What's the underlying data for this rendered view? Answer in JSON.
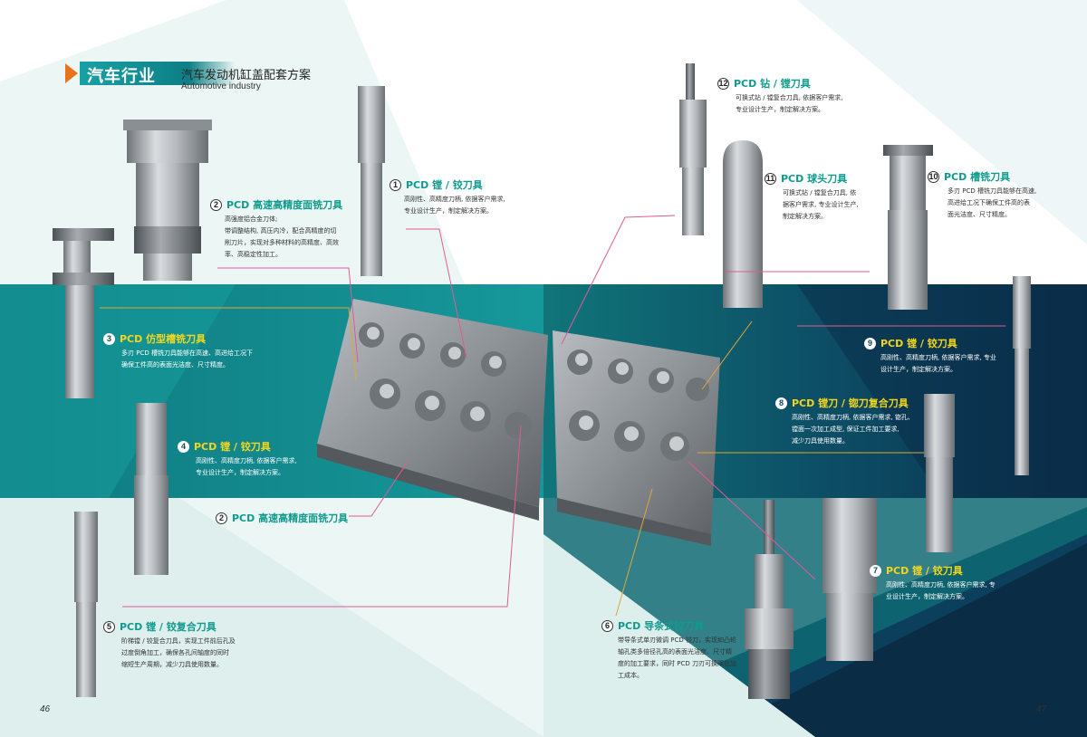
{
  "header": {
    "title_cn": "汽车行业",
    "subtitle_cn": "汽车发动机缸盖配套方案",
    "subtitle_en": "Automotive industry"
  },
  "products": [
    {
      "num": "1",
      "title": "PCD 镗 / 铰刀具",
      "desc": [
        "高刚性、高精度刀柄, 依据客户需求,",
        "专业设计生产，制定解决方案。"
      ]
    },
    {
      "num": "2",
      "title": "PCD 高速高精度面铣刀具",
      "desc": [
        "高强度铝合金刀体;",
        "带调整结构, 高压内冷，配合高精度的切",
        "削刀片，实现对多种材料的高精度、高效",
        "率、高稳定性加工。"
      ]
    },
    {
      "num": "3",
      "title": "PCD 仿型槽铣刀具",
      "desc": [
        "多刃 PCD 槽铣刀具能够在高速、高进给工况下",
        "确保工件高的表面光洁度、尺寸精度。"
      ]
    },
    {
      "num": "4",
      "title": "PCD 镗 / 铰刀具",
      "desc": [
        "高刚性、高精度刀柄, 依据客户需求,",
        "专业设计生产，制定解决方案。"
      ]
    },
    {
      "num": "2",
      "title": "PCD 高速高精度面铣刀具",
      "desc": []
    },
    {
      "num": "5",
      "title": "PCD 镗 / 铰复合刀具",
      "desc": [
        "阶梯镗 / 铰复合刀具，实现工件前后孔及",
        "过度倒角加工，确保各孔间轴度的同时",
        "缩短生产周期，减少刀具使用数量。"
      ]
    },
    {
      "num": "6",
      "title": "PCD 导条式铰刀具",
      "desc": [
        "带导条式单刃微调 PCD 铰刀，实现如凸轮",
        "轴孔类多倍径孔高的表面光洁度、尺寸精",
        "度的加工要求，同时 PCD 刀刃可换降低加",
        "工成本。"
      ]
    },
    {
      "num": "7",
      "title": "PCD 镗 / 铰刀具",
      "desc": [
        "高刚性、高精度刀柄, 依据客户需求, 专",
        "业设计生产，制定解决方案。"
      ]
    },
    {
      "num": "8",
      "title": "PCD 镗刀 / 锪刀复合刀具",
      "desc": [
        "高刚性、高精度刀柄, 依据客户需求, 锪孔、",
        "镗面一次加工成型, 保证工件加工要求,",
        "减少刀具使用数量。"
      ]
    },
    {
      "num": "9",
      "title": "PCD 镗 / 铰刀具",
      "desc": [
        "高刚性、高精度刀柄, 依据客户需求, 专业",
        "设计生产，制定解决方案。"
      ]
    },
    {
      "num": "10",
      "title": "PCD 槽铣刀具",
      "desc": [
        "多刃 PCD 槽铣刀具能够在高速,",
        "高进给工况下确保工件高的表",
        "面光洁度、尺寸精度。"
      ]
    },
    {
      "num": "11",
      "title": "PCD 球头刀具",
      "desc": [
        "可换式钻 / 镗复合刀具, 依",
        "据客户需求, 专业设计生产,",
        "制定解决方案。"
      ]
    },
    {
      "num": "12",
      "title": "PCD 钻 / 镗刀具",
      "desc": [
        "可换式钻 / 镗复合刀具, 依据客户需求,",
        "专业设计生产，制定解决方案。"
      ]
    }
  ],
  "page_numbers": {
    "left": "46",
    "right": "47"
  },
  "colors": {
    "teal_band": "#127e85",
    "dark_band": "#0b3b58",
    "accent_orange": "#e8731c",
    "title_teal": "#0f9b8e",
    "title_yellow": "#f4d61c"
  }
}
